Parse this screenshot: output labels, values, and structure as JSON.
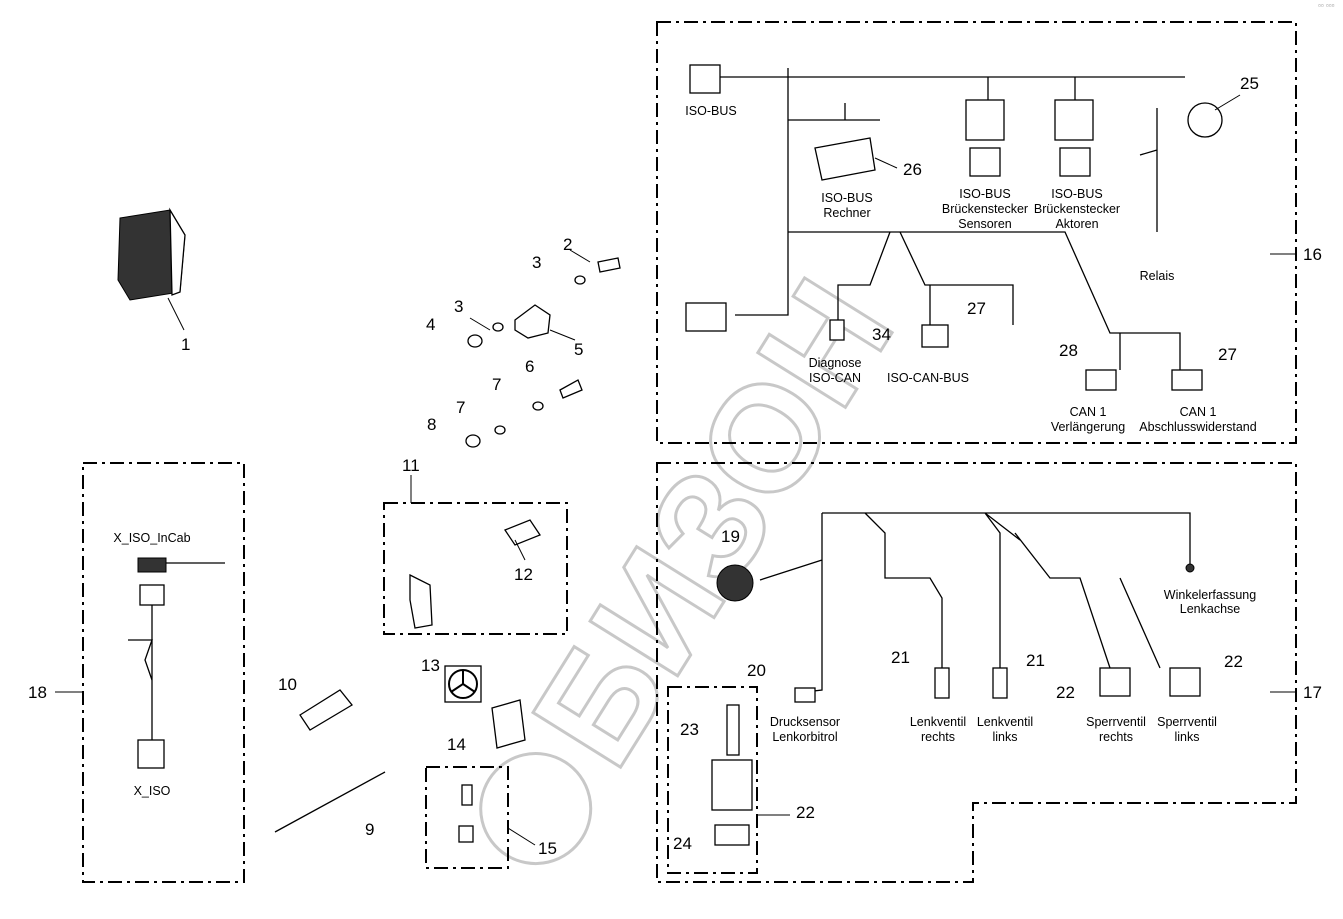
{
  "corner_mark": "▫▫ ▫▫▫",
  "watermark": "БИЗОН",
  "callouts": [
    "1",
    "2",
    "3",
    "3",
    "4",
    "5",
    "6",
    "7",
    "7",
    "8",
    "9",
    "10",
    "11",
    "12",
    "13",
    "14",
    "15",
    "16",
    "17",
    "18",
    "19",
    "20",
    "21",
    "21",
    "22",
    "22",
    "22",
    "23",
    "24",
    "25",
    "26",
    "27",
    "27",
    "28",
    "34"
  ],
  "labels": {
    "iso_bus": "ISO-BUS",
    "rechner": [
      "ISO-BUS",
      "Rechner"
    ],
    "sensoren": [
      "ISO-BUS",
      "Brückenstecker",
      "Sensoren"
    ],
    "aktoren": [
      "ISO-BUS",
      "Brückenstecker",
      "Aktoren"
    ],
    "relais": "Relais",
    "diagnose": [
      "Diagnose",
      "ISO-CAN"
    ],
    "iso_can_bus": "ISO-CAN-BUS",
    "can_verl": [
      "CAN 1",
      "Verlängerung"
    ],
    "can_absch": [
      "CAN 1",
      "Abschlusswiderstand"
    ],
    "winkel": [
      "Winkelerfassung",
      "Lenkachse"
    ],
    "druck": [
      "Drucksensor",
      "Lenkorbitrol"
    ],
    "lenk_r": [
      "Lenkventil",
      "rechts"
    ],
    "lenk_l": [
      "Lenkventil",
      "links"
    ],
    "sperr_r": [
      "Sperrventil",
      "rechts"
    ],
    "sperr_l": [
      "Sperrventil",
      "links"
    ],
    "x_iso_incab": "X_ISO_InCab",
    "x_iso": "X_ISO"
  }
}
